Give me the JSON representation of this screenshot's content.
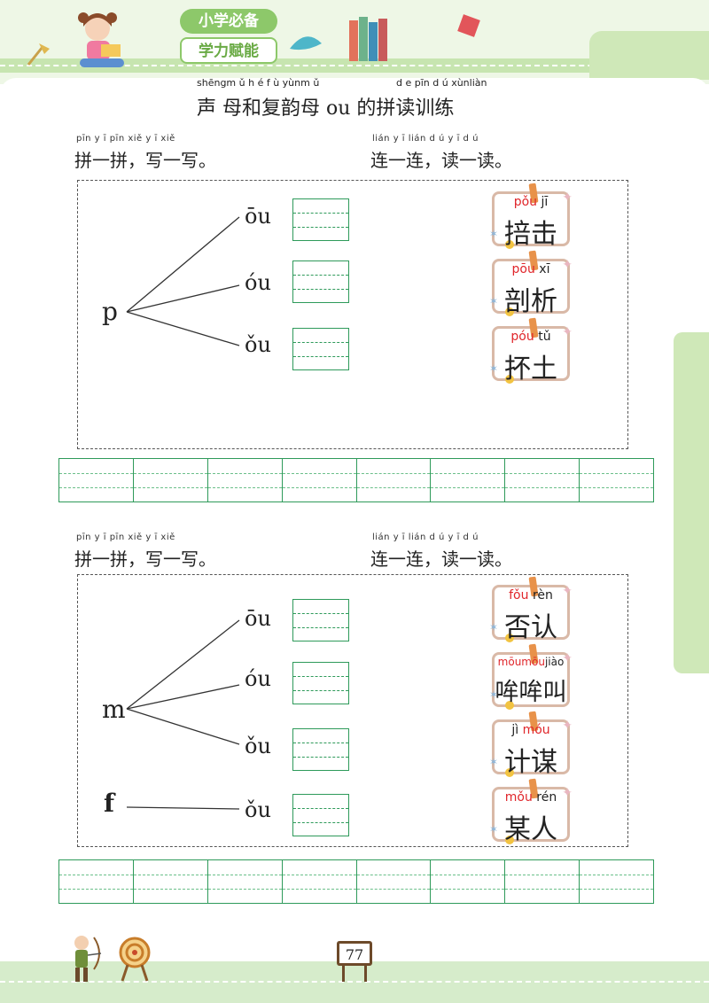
{
  "logo": {
    "line1": "小学必备",
    "line2": "学力赋能"
  },
  "title": {
    "pinyin": [
      "shēngm ǔ h é f ù yùnm ǔ",
      "d e pīn d ú xùnliàn"
    ],
    "text": "声 母和复韵母 ou 的拼读训练"
  },
  "sections": [
    {
      "left_header": {
        "pinyin": "pīn y ī pīn   xiě y ī xiě",
        "text": "拼一拼，写一写。"
      },
      "right_header": {
        "pinyin": "lián y ī lián   d ú y ī d ú",
        "text": "连一连，读一读。"
      },
      "initials": [
        "p"
      ],
      "finals": [
        "ōu",
        "óu",
        "ǒu"
      ],
      "cards": [
        {
          "syl1": "pǒu",
          "syl2": "jī",
          "hanzi": "掊击"
        },
        {
          "syl1": "pōu",
          "syl2": "xī",
          "hanzi": "剖析"
        },
        {
          "syl1": "póu",
          "syl2": "tǔ",
          "hanzi": "抔土"
        }
      ]
    },
    {
      "left_header": {
        "pinyin": "pīn y ī pīn   xiě y ī xiě",
        "text": "拼一拼，写一写。"
      },
      "right_header": {
        "pinyin": "lián y ī lián   d ú y ī d ú",
        "text": "连一连，读一读。"
      },
      "initials": [
        "m",
        "f"
      ],
      "finals": [
        "ōu",
        "óu",
        "ǒu",
        "ǒu"
      ],
      "cards": [
        {
          "syl1": "fǒu",
          "syl2": "rèn",
          "hanzi": "否认"
        },
        {
          "syl1": "mōumōu",
          "syl2": "jiào",
          "hanzi": "哞哞叫"
        },
        {
          "syl1": "jì",
          "syl2": "móu",
          "hanzi": "计谋"
        },
        {
          "syl1": "mǒu",
          "syl2": "rén",
          "hanzi": "某人"
        }
      ]
    }
  ],
  "page_number": "77",
  "colors": {
    "accent_green": "#2e9a5a",
    "pinyin_red": "#e0262b",
    "frame_green": "#cfe8b8"
  }
}
